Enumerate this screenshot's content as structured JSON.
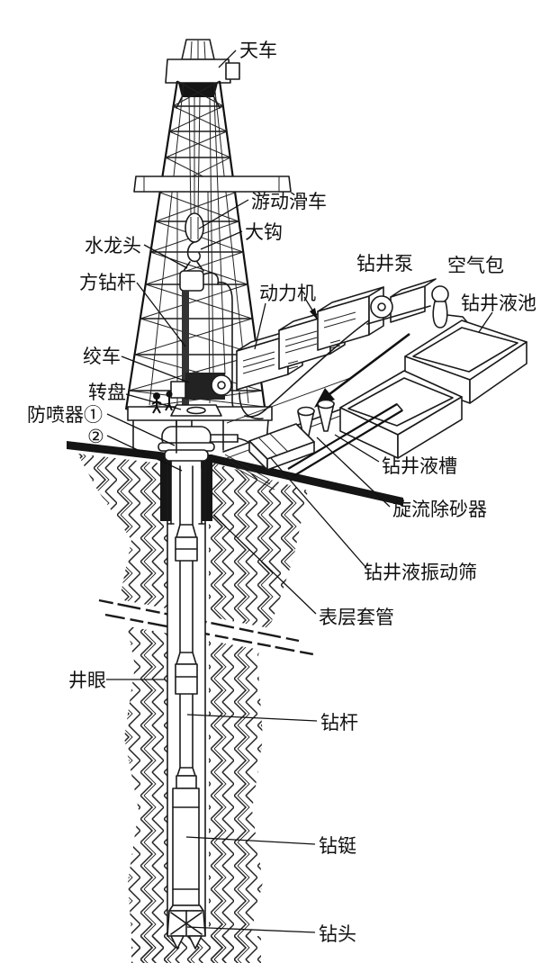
{
  "figure": {
    "kind": "oil-well-drilling-rig-schematic",
    "colors": {
      "ink": "#1a1a1a",
      "paper": "#ffffff"
    },
    "labels": {
      "crown_block": "天车",
      "traveling_block": "游动滑车",
      "hook": "大钩",
      "swivel": "水龙头",
      "kelly": "方钻杆",
      "power_engine": "动力机",
      "drawworks": "绞车",
      "rotary_table": "转盘",
      "bop_1": "防喷器①",
      "bop_2": "②",
      "mud_pump": "钻井泵",
      "air_chamber": "空气包",
      "mud_pit": "钻井液池",
      "mud_trough": "钻井液槽",
      "desander": "旋流除砂器",
      "shale_shaker": "钻井液振动筛",
      "surface_casing": "表层套管",
      "wellbore": "井眼",
      "drill_pipe": "钻杆",
      "drill_collar": "钻铤",
      "drill_bit": "钻头"
    }
  }
}
